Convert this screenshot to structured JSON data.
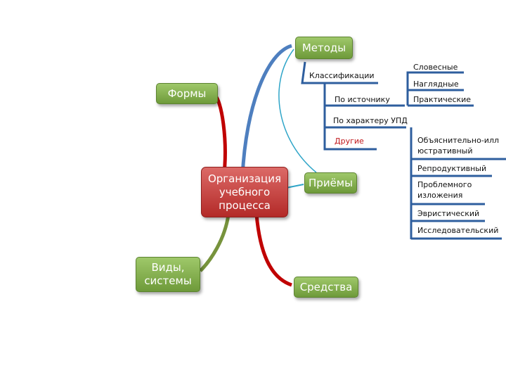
{
  "center": {
    "lines": [
      "Организация",
      "учебного",
      "процесса"
    ]
  },
  "nodes": {
    "methods": "Методы",
    "forms": "Формы",
    "techniques": "Приёмы",
    "types": [
      "Виды,",
      "системы"
    ],
    "means": "Средства"
  },
  "methods_branch": {
    "classifications": "Классификации",
    "by_source": "По источнику",
    "by_character": "По характеру УПД",
    "others": "Другие"
  },
  "by_source_items": [
    "Словесные",
    "Наглядные",
    "Практические"
  ],
  "by_character_items": [
    [
      "Объяснительно-илл",
      "юстративный"
    ],
    [
      "Репродуктивный"
    ],
    [
      "Проблемного",
      "изложения"
    ],
    [
      "Эвристический"
    ],
    [
      "Исследовательский"
    ]
  ],
  "colors": {
    "node_green": "#7aa843",
    "center_red": "#c0302e",
    "branch_blue": "#4e7fbf",
    "branch_red": "#c00000",
    "branch_olive": "#77933c",
    "branch_cyan": "#2fa5c8",
    "underline_blue": "#2e5e9e",
    "others_text": "#c0171b"
  }
}
